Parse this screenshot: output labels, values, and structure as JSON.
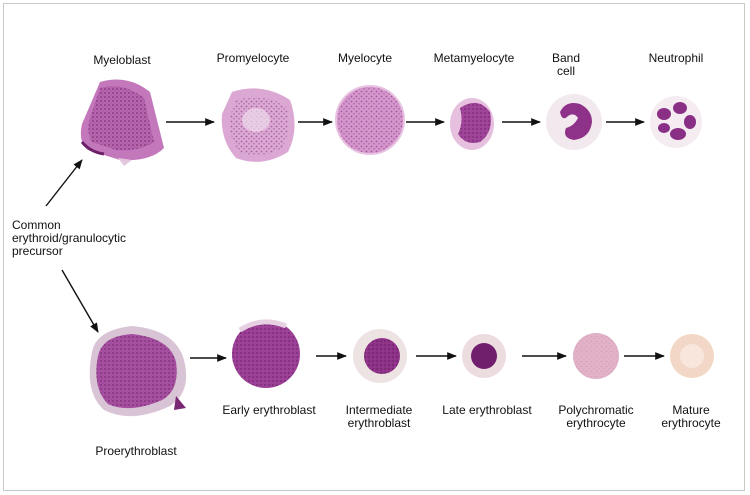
{
  "colors": {
    "nucleus": "#8a2f86",
    "cytoplasm": "#c97ac0",
    "pale": "#efd7e8",
    "halo": "#f3eeee",
    "mature": "#f3d7c6",
    "polychromatic": "#e2b3c8",
    "arrow": "#111111",
    "frame": "#c9c9c9"
  },
  "precursor": {
    "line1": "Common",
    "line2": "erythroid/granulocytic",
    "line3": "precursor"
  },
  "granulocytic": {
    "myeloblast": "Myeloblast",
    "promyelocyte": "Promyelocyte",
    "myelocyte": "Myelocyte",
    "metamyelocyte": "Metamyelocyte",
    "band_line1": "Band",
    "band_line2": "cell",
    "neutrophil": "Neutrophil"
  },
  "erythroid": {
    "proerythroblast": "Proerythroblast",
    "early_erythroblast": "Early erythroblast",
    "intermediate_line1": "Intermediate",
    "intermediate_line2": "erythroblast",
    "late_erythroblast": "Late erythroblast",
    "polychromatic_line1": "Polychromatic",
    "polychromatic_line2": "erythrocyte",
    "mature_line1": "Mature",
    "mature_line2": "erythrocyte"
  }
}
